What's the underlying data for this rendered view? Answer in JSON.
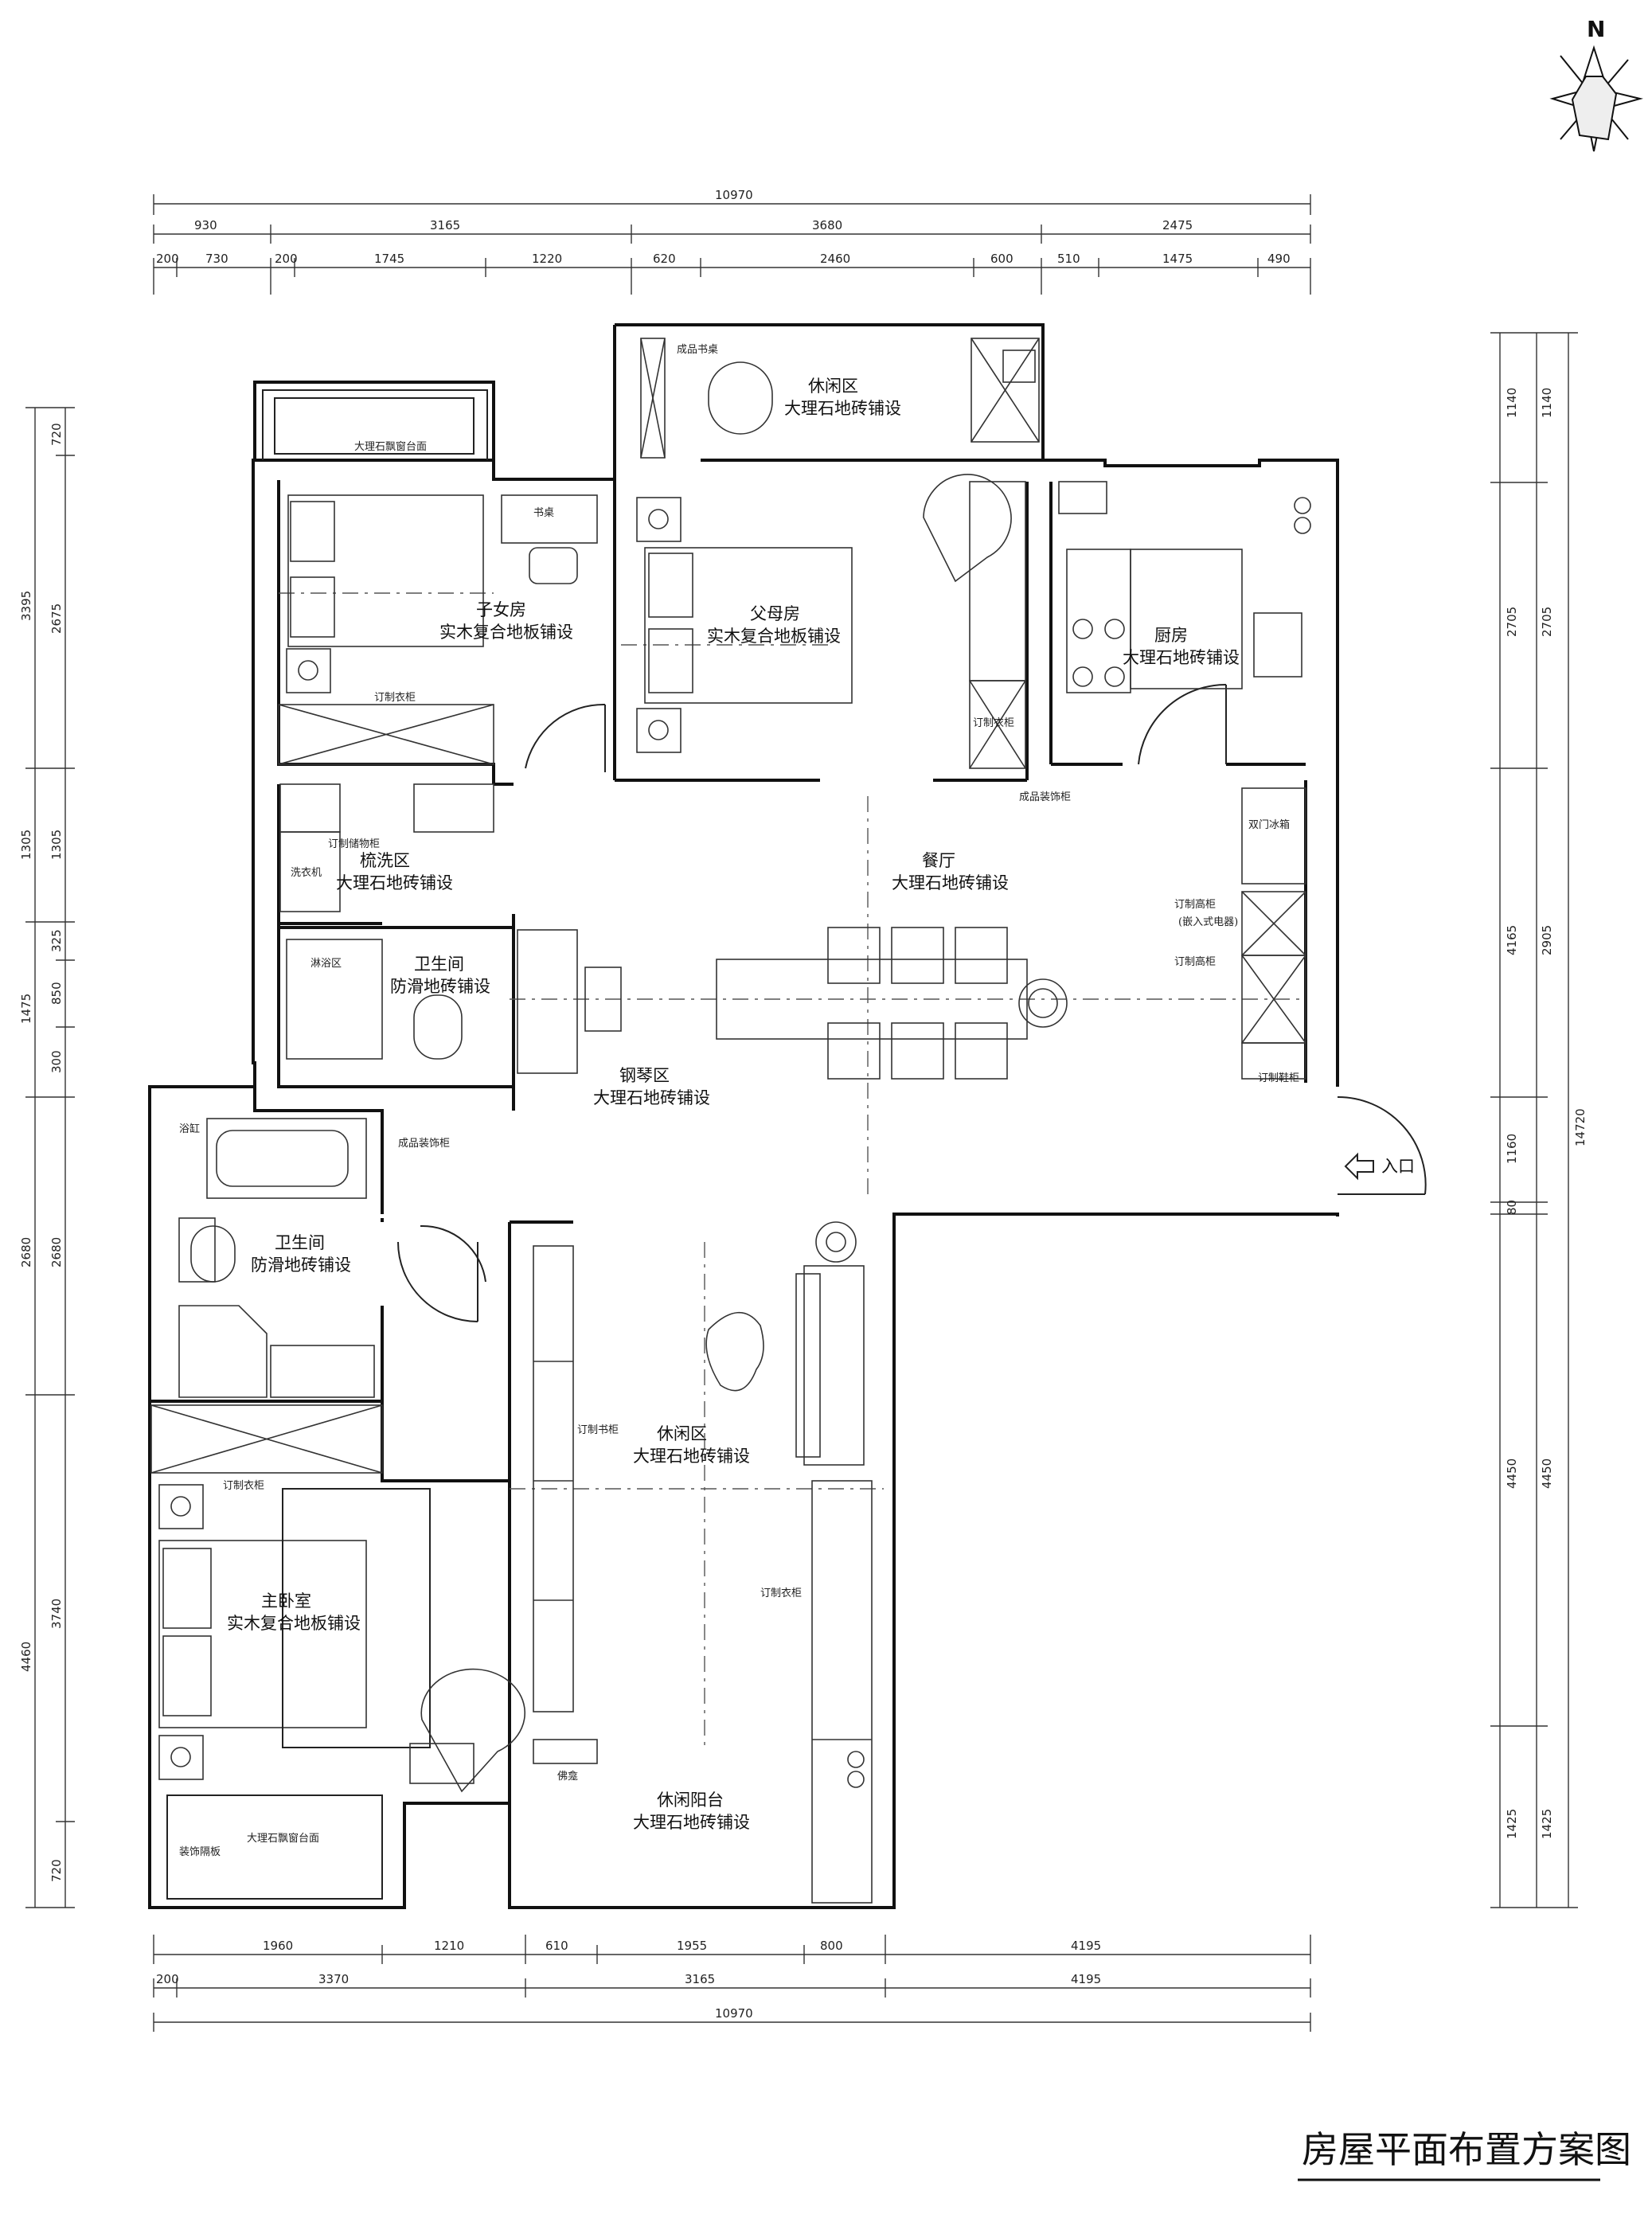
{
  "title": "房屋平面布置方案图",
  "north_label": "N",
  "entrance_label": "入口",
  "rooms": [
    {
      "id": "child-room",
      "name": "子女房",
      "floor": "实木复合地板铺设"
    },
    {
      "id": "parents-room",
      "name": "父母房",
      "floor": "实木复合地板铺设"
    },
    {
      "id": "leisure-north",
      "name": "休闲区",
      "floor": "大理石地砖铺设"
    },
    {
      "id": "kitchen",
      "name": "厨房",
      "floor": "大理石地砖铺设"
    },
    {
      "id": "dining",
      "name": "餐厅",
      "floor": "大理石地砖铺设"
    },
    {
      "id": "wash",
      "name": "梳洗区",
      "floor": "大理石地砖铺设"
    },
    {
      "id": "bath-1",
      "name": "卫生间",
      "floor": "防滑地砖铺设"
    },
    {
      "id": "piano",
      "name": "钢琴区",
      "floor": "大理石地砖铺设"
    },
    {
      "id": "bath-2",
      "name": "卫生间",
      "floor": "防滑地砖铺设"
    },
    {
      "id": "leisure-mid",
      "name": "休闲区",
      "floor": "大理石地砖铺设"
    },
    {
      "id": "master",
      "name": "主卧室",
      "floor": "实木复合地板铺设"
    },
    {
      "id": "balcony",
      "name": "休闲阳台",
      "floor": "大理石地砖铺设"
    }
  ],
  "labels": [
    {
      "id": "desk-finished",
      "text": "成品书桌"
    },
    {
      "id": "bay-window-top",
      "text": "大理石飘窗台面"
    },
    {
      "id": "desk",
      "text": "书桌"
    },
    {
      "id": "wardrobe-child",
      "text": "订制衣柜"
    },
    {
      "id": "wardrobe-parents",
      "text": "订制衣柜"
    },
    {
      "id": "storage",
      "text": "订制储物柜"
    },
    {
      "id": "washer",
      "text": "洗衣机"
    },
    {
      "id": "shower-1",
      "text": "淋浴区"
    },
    {
      "id": "deco-cabinet-1",
      "text": "成品装饰柜"
    },
    {
      "id": "fridge",
      "text": "双门冰箱"
    },
    {
      "id": "tall-cabinet-1",
      "text": "订制高柜"
    },
    {
      "id": "built-in",
      "text": "(嵌入式电器)"
    },
    {
      "id": "tall-cabinet-2",
      "text": "订制高柜"
    },
    {
      "id": "shoe-cabinet",
      "text": "订制鞋柜"
    },
    {
      "id": "bathtub",
      "text": "浴缸"
    },
    {
      "id": "deco-cabinet-2",
      "text": "成品装饰柜"
    },
    {
      "id": "bookcase",
      "text": "订制书柜"
    },
    {
      "id": "wardrobe-master",
      "text": "订制衣柜"
    },
    {
      "id": "wardrobe-hall",
      "text": "订制衣柜"
    },
    {
      "id": "shrine",
      "text": "佛龛"
    },
    {
      "id": "deco-board",
      "text": "装饰隔板"
    },
    {
      "id": "bay-window-bottom",
      "text": "大理石飘窗台面"
    }
  ],
  "dimensions": {
    "top_total": "10970",
    "top_row1": [
      "930",
      "3165",
      "3680",
      "2475"
    ],
    "top_row2": [
      "200",
      "730",
      "200",
      "1745",
      "1220",
      "620",
      "2460",
      "600",
      "510",
      "1475",
      "490"
    ],
    "bottom_row1": [
      "1960",
      "1210",
      "610",
      "1955",
      "800",
      "4195"
    ],
    "bottom_row2": [
      "200",
      "3370",
      "3165",
      "4195"
    ],
    "bottom_total": "10970",
    "left_outer": [
      "3395",
      "1305",
      "1475",
      "2680",
      "4460"
    ],
    "left_inner": [
      "720",
      "2675",
      "1305",
      "325",
      "850",
      "300",
      "2680",
      "3740",
      "720"
    ],
    "right_inner": [
      "1140",
      "2705",
      "4165",
      "1160",
      "80",
      "4450",
      "1425"
    ],
    "right_outer": [
      "1140",
      "2705",
      "2905",
      "4450",
      "1425"
    ],
    "right_total": "14720"
  }
}
